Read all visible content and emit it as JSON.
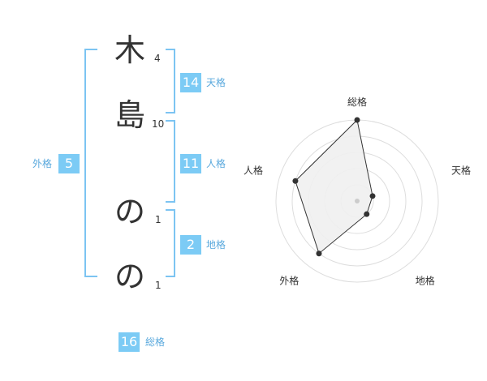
{
  "name_chars": [
    {
      "char": "木",
      "strokes": "4"
    },
    {
      "char": "島",
      "strokes": "10"
    },
    {
      "char": "の",
      "strokes": "1"
    },
    {
      "char": "の",
      "strokes": "1"
    }
  ],
  "results": {
    "tenkaku": {
      "value": "14",
      "label": "天格"
    },
    "jinkaku": {
      "value": "11",
      "label": "人格"
    },
    "chikaku": {
      "value": "2",
      "label": "地格"
    },
    "gaikaku": {
      "value": "5",
      "label": "外格"
    },
    "soukaku": {
      "value": "16",
      "label": "総格"
    }
  },
  "colors": {
    "badge": "#7ccbf5",
    "bracket": "#7cc4f2",
    "label": "#5aa9dd",
    "text": "#333333"
  },
  "chart_data": {
    "type": "radar",
    "axes": [
      "総格",
      "天格",
      "地格",
      "外格",
      "人格"
    ],
    "values": [
      5,
      1,
      1,
      4,
      4
    ],
    "rmax": 5,
    "rings": 5,
    "colors": {
      "fill": "#f0f0f0",
      "line": "#333333",
      "grid": "#dddddd",
      "point": "#333333",
      "center": "#cccccc"
    }
  }
}
